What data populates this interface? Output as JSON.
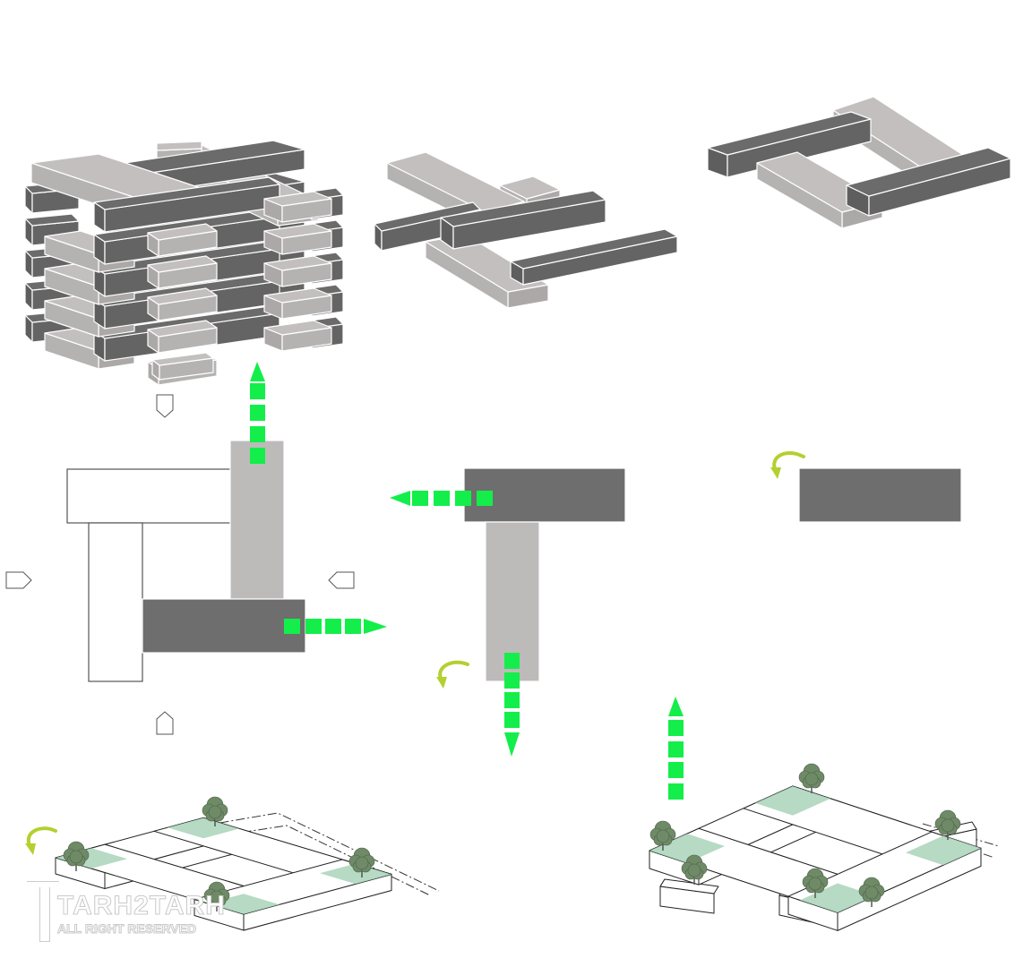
{
  "watermark": {
    "brand": "TARH2TARH",
    "rights": "ALL RIGHT RESERVED"
  },
  "colors": {
    "dark_block": "#6b6b6b",
    "light_block": "#c3bfbf",
    "plan_gray": "#bdbaba",
    "plan_dark": "#6e6e6e",
    "green_arrow": "#14ee4a",
    "curved_arrow": "#b3d030",
    "roof_garden": "#a9d3b8",
    "tree": "#6f8a67"
  },
  "diagram": {
    "panels": [
      "stacked-massing",
      "two-level-massing",
      "single-level-massing",
      "plan-four-bars",
      "plan-t-shape",
      "plan-single-bar",
      "axonometric-ring-left",
      "axonometric-ring-right"
    ]
  }
}
